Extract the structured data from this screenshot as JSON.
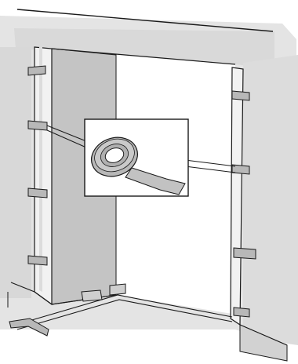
{
  "illustration": {
    "colors": {
      "wall_shadow": "#d6d6d6",
      "wall_face": "#e9e9e9",
      "jamb_shadow": "#bdbdbd",
      "line": "#1a1a1a",
      "tape": "#b8b8b8",
      "tape_light": "#d9d9d9",
      "paper": "#ffffff"
    },
    "parts": {
      "left_tape_strips": 4,
      "right_tape_strips": 4,
      "floor_brackets": 2
    },
    "callout": "tape-roll-detail"
  }
}
